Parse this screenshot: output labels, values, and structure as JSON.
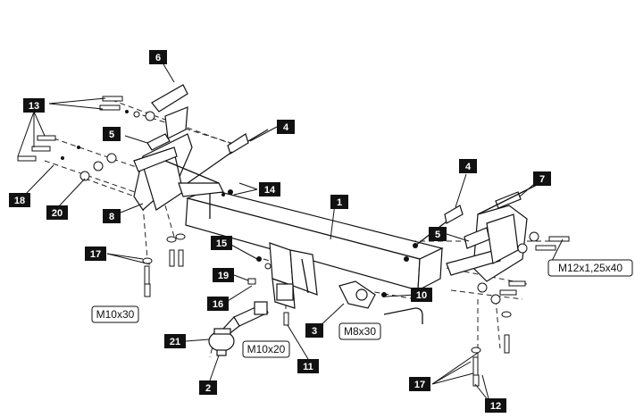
{
  "callouts": {
    "c1": "1",
    "c2": "2",
    "c3": "3",
    "c4a": "4",
    "c4b": "4",
    "c5a": "5",
    "c5b": "5",
    "c6": "6",
    "c7": "7",
    "c8": "8",
    "c10": "10",
    "c11": "11",
    "c12": "12",
    "c13": "13",
    "c14": "14",
    "c15": "15",
    "c16": "16",
    "c17a": "17",
    "c17b": "17",
    "c18": "18",
    "c19": "19",
    "c20": "20",
    "c21": "21"
  },
  "sizes": {
    "m12": "M12x1,25x40",
    "m10a": "M10x30",
    "m10b": "M10x20",
    "m8": "M8x30"
  }
}
